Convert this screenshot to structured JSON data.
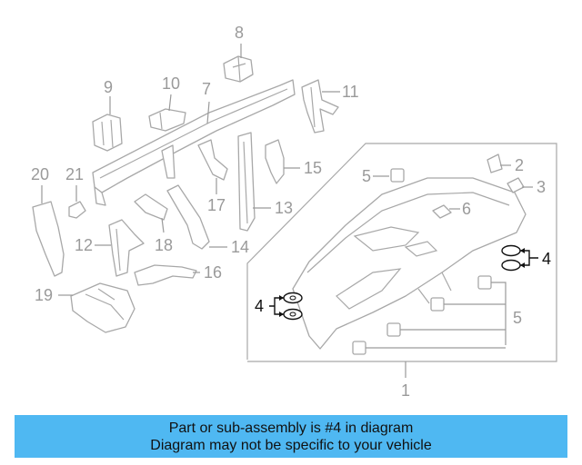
{
  "diagram": {
    "callouts": {
      "c1": "1",
      "c2": "2",
      "c3": "3",
      "c4a": "4",
      "c4b": "4",
      "c5a": "5",
      "c5b": "5",
      "c6": "6",
      "c7": "7",
      "c8": "8",
      "c9": "9",
      "c10": "10",
      "c11": "11",
      "c12": "12",
      "c13": "13",
      "c14": "14",
      "c15": "15",
      "c16": "16",
      "c17": "17",
      "c18": "18",
      "c19": "19",
      "c20": "20",
      "c21": "21"
    },
    "highlight_part": "4"
  },
  "banner": {
    "line1": "Part or sub-assembly is #4 in diagram",
    "line2": "Diagram may not be specific to your vehicle",
    "background": "#4fb8f2"
  },
  "colors": {
    "part_stroke": "#a8a8a8",
    "callout": "#9a9a9a",
    "highlight": "#111111"
  }
}
